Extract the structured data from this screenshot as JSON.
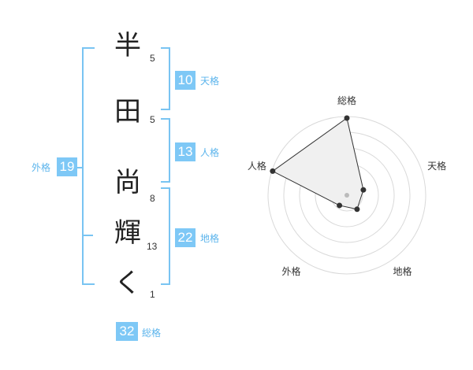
{
  "name": {
    "chars": [
      {
        "char": "半",
        "strokes": "5"
      },
      {
        "char": "田",
        "strokes": "5"
      },
      {
        "char": "尚",
        "strokes": "8"
      },
      {
        "char": "輝",
        "strokes": "13"
      },
      {
        "char": "く",
        "strokes": "1"
      }
    ]
  },
  "fortune": {
    "tenkaku": {
      "value": "10",
      "label": "天格"
    },
    "jinkaku": {
      "value": "13",
      "label": "人格"
    },
    "chikaku": {
      "value": "22",
      "label": "地格"
    },
    "gaikaku": {
      "value": "19",
      "label": "外格"
    },
    "soukaku": {
      "value": "32",
      "label": "総格"
    }
  },
  "colors": {
    "accent": "#7ec8f6",
    "bracket": "#79c4f2",
    "label": "#5bb4ec"
  },
  "chart_data": {
    "type": "radar",
    "axes": [
      "総格",
      "天格",
      "地格",
      "外格",
      "人格"
    ],
    "values": [
      0.98,
      0.22,
      0.22,
      0.16,
      0.99
    ],
    "rings": 5,
    "range": [
      0,
      1
    ]
  }
}
